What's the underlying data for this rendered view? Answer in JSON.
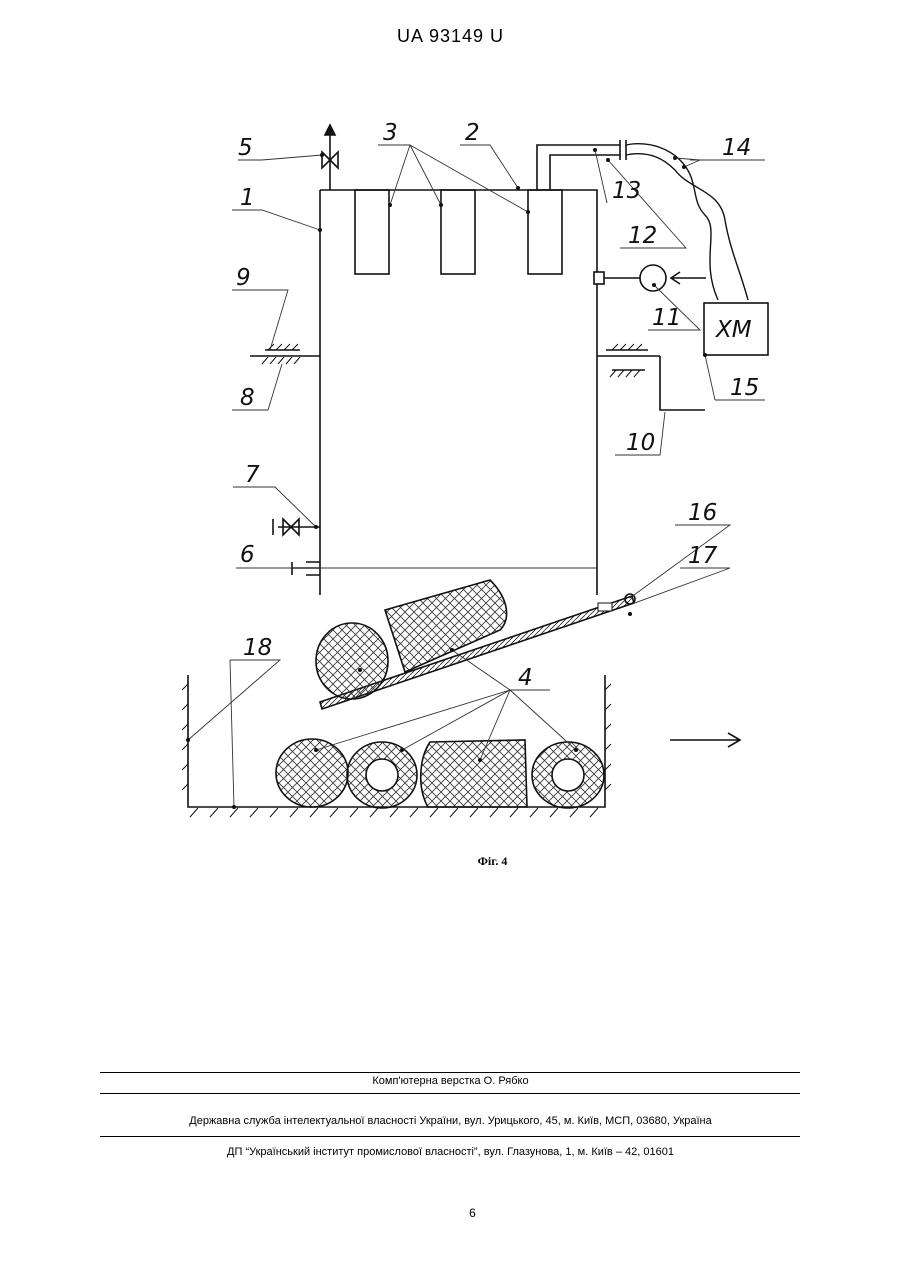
{
  "header": {
    "patent_number": "UA   93149   U"
  },
  "figure": {
    "labels": [
      "1",
      "2",
      "3",
      "4",
      "5",
      "6",
      "7",
      "8",
      "9",
      "10",
      "11",
      "12",
      "13",
      "14",
      "15",
      "16",
      "17",
      "18"
    ],
    "device_label": "ХМ",
    "caption": "Фіг. 4"
  },
  "footer": {
    "layout_credit": "Комп'ютерна верстка О. Рябко",
    "agency": "Державна служба інтелектуальної власності України, вул. Урицького, 45, м. Київ, МСП, 03680, Україна",
    "institute": "ДП “Український інститут промислової власності”, вул. Глазунова, 1, м. Київ – 42, 01601",
    "page_number": "6"
  }
}
